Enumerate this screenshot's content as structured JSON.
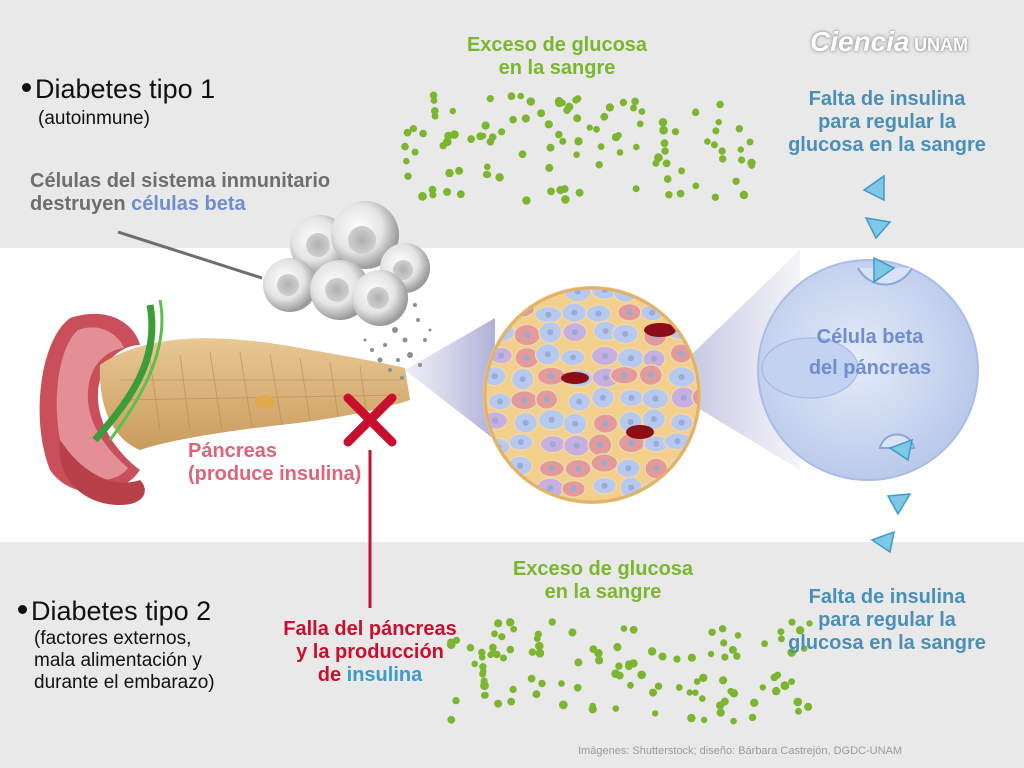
{
  "logo": {
    "main": "Ciencia",
    "sub": "UNAM"
  },
  "type1": {
    "title": "Diabetes tipo 1",
    "subtitle": "(autoinmune)"
  },
  "immune": {
    "line1": "Células del sistema inmunitario",
    "line2_prefix": "destruyen ",
    "line2_highlight": "células beta"
  },
  "glucose_top": {
    "line1": "Exceso de glucosa",
    "line2": "en la sangre"
  },
  "insulin_top": {
    "line1": "Falta de insulina",
    "line2": "para regular la",
    "line3": "glucosa en la sangre"
  },
  "pancreas": {
    "line1": "Páncreas",
    "line2": "(produce insulina)"
  },
  "beta_cell": {
    "line1": "Célula beta",
    "line2": "del páncreas"
  },
  "type2": {
    "title": "Diabetes tipo 2",
    "line1": "(factores externos,",
    "line2": "mala alimentación y",
    "line3": "durante el embarazo)"
  },
  "failure": {
    "line1": "Falla del páncreas",
    "line2": "y la producción",
    "line3_prefix": "de ",
    "line3_highlight": "insulina"
  },
  "glucose_bottom": {
    "line1": "Exceso de glucosa",
    "line2": "en la sangre"
  },
  "insulin_bottom": {
    "line1": "Falta de insulina",
    "line2": "para regular la",
    "line3": "glucosa en la sangre"
  },
  "credits": "Imágenes: Shutterstock; diseño: Bárbara Castrejón, DGDC-UNAM",
  "colors": {
    "glucose": "#7cb631",
    "insulin_text": "#4a8fb8",
    "pancreas_text": "#e06478",
    "failure": "#c8102e",
    "beta_text": "#6f8ed0"
  }
}
